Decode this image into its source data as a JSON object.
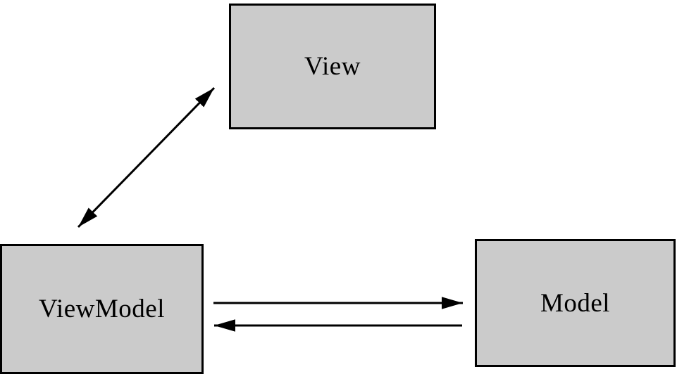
{
  "diagram": {
    "nodes": {
      "view": {
        "label": "View"
      },
      "viewmodel": {
        "label": "ViewModel"
      },
      "model": {
        "label": "Model"
      }
    },
    "edges": [
      {
        "name": "viewmodel-view",
        "from": "ViewModel",
        "to": "View",
        "direction": "bidirectional"
      },
      {
        "name": "viewmodel-to-model",
        "from": "ViewModel",
        "to": "Model",
        "direction": "unidirectional"
      },
      {
        "name": "model-to-viewmodel",
        "from": "Model",
        "to": "ViewModel",
        "direction": "unidirectional"
      }
    ],
    "colors": {
      "node_fill": "#cbcbcb",
      "node_border": "#000000",
      "arrow": "#000000",
      "background": "#ffffff"
    }
  }
}
